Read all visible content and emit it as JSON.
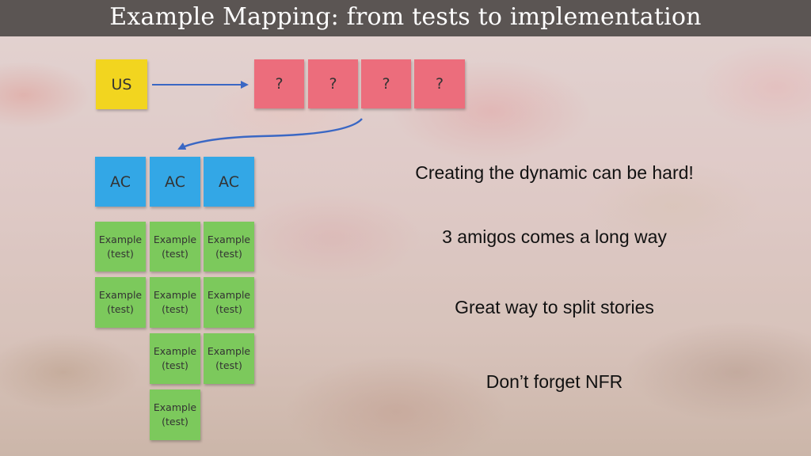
{
  "title": "Example Mapping: from tests to implementation",
  "notes": {
    "us": {
      "label": "US",
      "color": "#f2d51f"
    },
    "questions": {
      "labels": [
        "?",
        "?",
        "?",
        "?"
      ],
      "color": "#ec6d7c"
    },
    "ac": {
      "labels": [
        "AC",
        "AC",
        "AC"
      ],
      "color": "#33a7e6"
    },
    "example": {
      "label": "Example\n(test)",
      "color": "#7cc95c"
    }
  },
  "statements": [
    "Creating the dynamic can be hard!",
    "3 amigos comes a long way",
    "Great way to split stories",
    "Don’t forget NFR"
  ],
  "colors": {
    "arrow": "#3a67c4",
    "titlebar": "#5b5553"
  }
}
